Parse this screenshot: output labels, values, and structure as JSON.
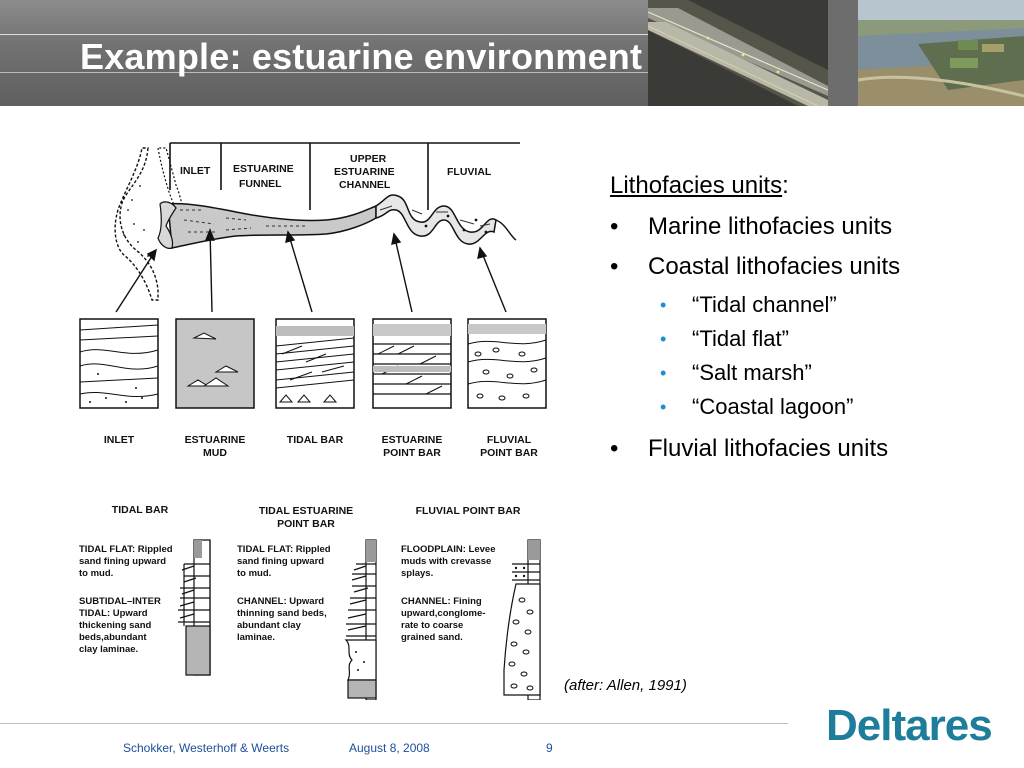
{
  "slide": {
    "title": "Example: estuarine environment",
    "citation": "(after: Allen, 1991)",
    "page_number": "9"
  },
  "content": {
    "heading_text": "Lithofacies units",
    "heading_colon": ":",
    "bullet_glyph": "•",
    "sub_bullet_glyph": "•",
    "bullets": [
      {
        "text": "Marine lithofacies units"
      },
      {
        "text": "Coastal lithofacies units"
      },
      {
        "text": "Fluvial lithofacies units"
      }
    ],
    "sub_bullets": [
      {
        "text": "“Tidal channel”"
      },
      {
        "text": "“Tidal flat”"
      },
      {
        "text": "“Salt marsh”"
      },
      {
        "text": "“Coastal lagoon”"
      }
    ]
  },
  "figure": {
    "zones": [
      "INLET",
      "ESTUARINE",
      "FUNNEL",
      "UPPER",
      "ESTUARINE",
      "CHANNEL",
      "FLUVIAL"
    ],
    "blocks": [
      {
        "line1": "INLET",
        "line2": ""
      },
      {
        "line1": "ESTUARINE",
        "line2": "MUD"
      },
      {
        "line1": "TIDAL BAR",
        "line2": ""
      },
      {
        "line1": "ESTUARINE",
        "line2": "POINT BAR"
      },
      {
        "line1": "FLUVIAL",
        "line2": "POINT BAR"
      }
    ],
    "columns": [
      {
        "title1": "TIDAL BAR",
        "title2": "",
        "lines": [
          "TIDAL FLAT: Rippled",
          "sand fining upward",
          "to mud.",
          "",
          "SUBTIDAL–INTER",
          "TIDAL: Upward",
          "thickening sand",
          "beds,abundant",
          "clay laminae."
        ]
      },
      {
        "title1": "TIDAL ESTUARINE",
        "title2": "POINT BAR",
        "lines": [
          "TIDAL FLAT: Rippled",
          "sand fining upward",
          "to mud.",
          "",
          "CHANNEL: Upward",
          "thinning sand beds,",
          "abundant clay",
          "laminae."
        ]
      },
      {
        "title1": "FLUVIAL POINT BAR",
        "title2": "",
        "lines": [
          "FLOODPLAIN: Levee",
          "muds with crevasse",
          "splays.",
          "",
          "CHANNEL: Fining",
          "upward,conglome-",
          "rate to coarse",
          "grained sand."
        ]
      }
    ]
  },
  "footer": {
    "authors": "Schokker, Westerhoff & Weerts",
    "date": "August 8, 2008",
    "logo_text": "Deltares"
  },
  "colors": {
    "title_text": "#ffffff",
    "sub_bullet": "#1b8fd1",
    "footer_text": "#1d4f9c",
    "logo": "#1d7d9a"
  }
}
